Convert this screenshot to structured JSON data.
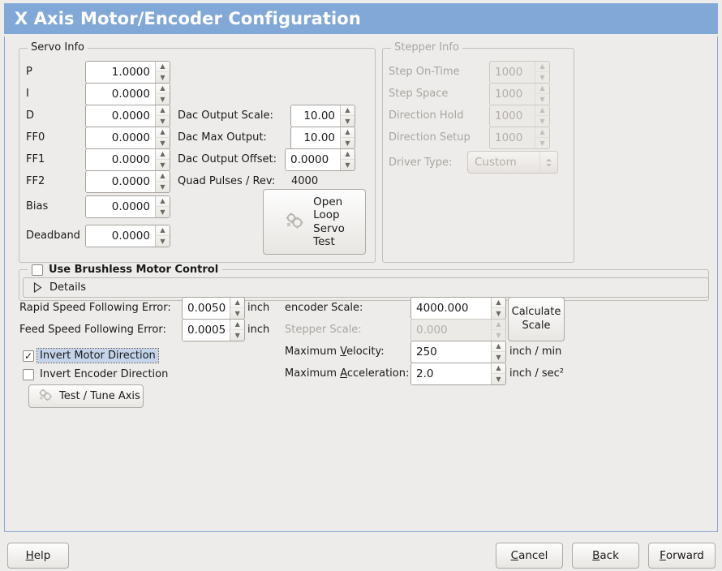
{
  "window": {
    "title": "X Axis Motor/Encoder Configuration",
    "title_bar_color": "#82a8d7",
    "background_color": "#edecea"
  },
  "servo_info": {
    "legend": "Servo Info",
    "rows": [
      {
        "label": "P",
        "value": "1.0000",
        "enabled": true
      },
      {
        "label": "I",
        "value": "0.0000",
        "enabled": true
      },
      {
        "label": "D",
        "value": "0.0000",
        "enabled": true
      },
      {
        "label": "FF0",
        "value": "0.0000",
        "enabled": true
      },
      {
        "label": "FF1",
        "value": "0.0000",
        "enabled": true
      },
      {
        "label": "FF2",
        "value": "0.0000",
        "enabled": true
      },
      {
        "label": "Bias",
        "value": "0.0000",
        "enabled": true
      },
      {
        "label": "Deadband",
        "value": "0.0000",
        "enabled": true
      }
    ],
    "dac": [
      {
        "label": "Dac Output Scale:",
        "value": "10.00"
      },
      {
        "label": "Dac Max Output:",
        "value": "10.00"
      },
      {
        "label": "Dac Output Offset:",
        "value": "0.0000"
      }
    ],
    "quad_pulses": {
      "label": "Quad Pulses / Rev:",
      "value": "4000"
    },
    "open_loop_button": {
      "line1": "Open",
      "line2": "Loop",
      "line3": "Servo",
      "line4": "Test",
      "icon": "gears-icon"
    }
  },
  "stepper_info": {
    "legend": "Stepper Info",
    "rows": [
      {
        "label": "Step On-Time",
        "value": "1000"
      },
      {
        "label": "Step Space",
        "value": "1000"
      },
      {
        "label": "Direction Hold",
        "value": "1000"
      },
      {
        "label": "Direction Setup",
        "value": "1000"
      }
    ],
    "driver_type": {
      "label": "Driver Type:",
      "value": "Custom"
    }
  },
  "brushless": {
    "checkbox_label": "Use Brushless Motor Control",
    "checked": false,
    "details_label": "Details",
    "details_expanded": false
  },
  "errors": {
    "rapid": {
      "label": "Rapid Speed Following Error:",
      "value": "0.0050",
      "unit": "inch"
    },
    "feed": {
      "label": "Feed Speed Following Error:",
      "value": "0.0005",
      "unit": "inch"
    }
  },
  "direction": {
    "invert_motor": {
      "label": "Invert Motor Direction",
      "checked": true,
      "focused": true
    },
    "invert_encoder": {
      "label": "Invert Encoder Direction",
      "checked": false,
      "focused": false
    }
  },
  "test_tune_button": {
    "label": "Test / Tune Axis",
    "icon": "gears-icon"
  },
  "scales": {
    "encoder": {
      "label": "encoder Scale:",
      "value": "4000.000",
      "enabled": true,
      "unit": ""
    },
    "stepper": {
      "label": "Stepper Scale:",
      "value": "0.000",
      "enabled": false,
      "unit": ""
    },
    "max_velocity": {
      "label_pre": "Maximum ",
      "label_mnemonic": "V",
      "label_post": "elocity:",
      "value": "250",
      "unit": "inch / min"
    },
    "max_accel": {
      "label_pre": "Maximum ",
      "label_mnemonic": "A",
      "label_post": "cceleration:",
      "value": "2.0",
      "unit": "inch / sec²"
    },
    "calculate_button": {
      "line1": "Calculate",
      "line2": "Scale"
    }
  },
  "footer": {
    "help": {
      "mnemonic": "H",
      "rest": "elp"
    },
    "cancel": {
      "mnemonic": "C",
      "rest": "ancel"
    },
    "back": {
      "mnemonic": "B",
      "rest": "ack"
    },
    "forward": {
      "mnemonic": "F",
      "rest": "orward",
      "focused": true
    }
  }
}
